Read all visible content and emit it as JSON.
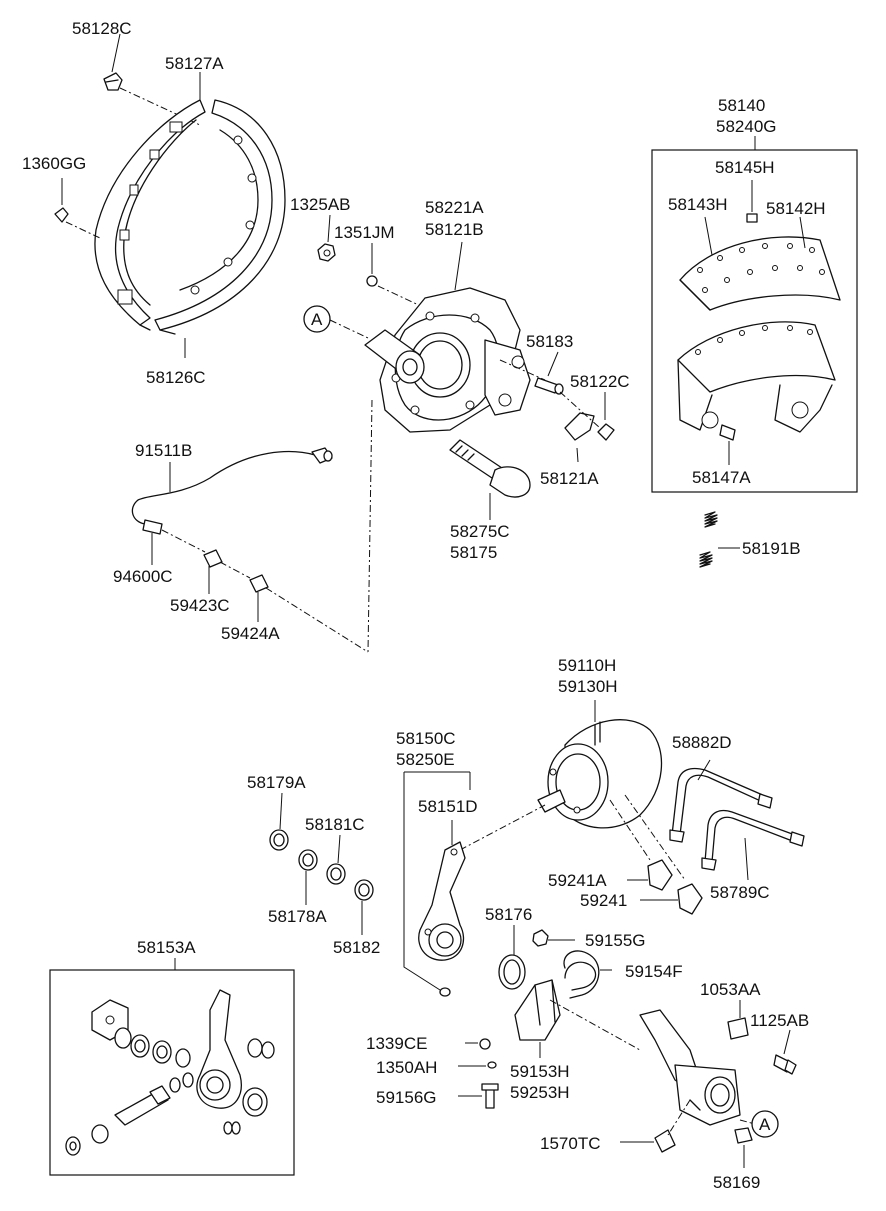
{
  "labels": {
    "p58128C": "58128C",
    "p58127A": "58127A",
    "p1360GG": "1360GG",
    "p58126C": "58126C",
    "p1325AB": "1325AB",
    "p1351JM": "1351JM",
    "p58221A": "58221A",
    "p58121B": "58121B",
    "calloutA1": "A",
    "p58183": "58183",
    "p58122C": "58122C",
    "p58121A": "58121A",
    "p58275C": "58275C",
    "p58175": "58175",
    "p91511B": "91511B",
    "p94600C": "94600C",
    "p59423C": "59423C",
    "p59424A": "59424A",
    "p58140": "58140",
    "p58240G": "58240G",
    "p58145H": "58145H",
    "p58143H": "58143H",
    "p58142H": "58142H",
    "p58147A": "58147A",
    "p58191B": "58191B",
    "p59110H": "59110H",
    "p59130H": "59130H",
    "p58882D": "58882D",
    "p58150C": "58150C",
    "p58250E": "58250E",
    "p58151D": "58151D",
    "p58179A": "58179A",
    "p58181C": "58181C",
    "p58178A": "58178A",
    "p58182": "58182",
    "p59241A": "59241A",
    "p59241": "59241",
    "p58789C": "58789C",
    "p58176": "58176",
    "p59155G": "59155G",
    "p59154F": "59154F",
    "p58153A": "58153A",
    "p1053AA": "1053AA",
    "p1125AB": "1125AB",
    "p1339CE": "1339CE",
    "p1350AH": "1350AH",
    "p59153H": "59153H",
    "p59253H": "59253H",
    "p59156G": "59156G",
    "p1570TC": "1570TC",
    "calloutA2": "A",
    "p58169": "58169"
  }
}
